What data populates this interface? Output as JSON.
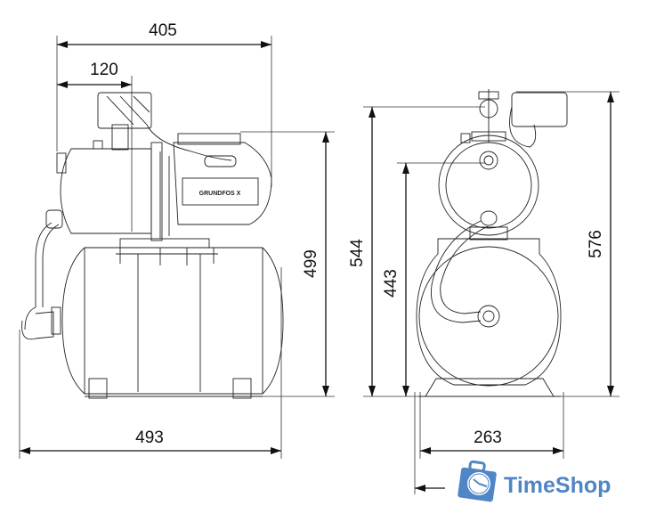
{
  "drawing": {
    "side_view": {
      "width_total": "405",
      "offset_top": "120",
      "height_pump": "499",
      "base_width": "493"
    },
    "front_view": {
      "height_544": "544",
      "height_443": "443",
      "height_576": "576",
      "base_width": "263"
    },
    "pump_brand_label": "GRUNDFOS X"
  },
  "watermark": {
    "text": "TimeShop",
    "color": "#4f86c6"
  }
}
